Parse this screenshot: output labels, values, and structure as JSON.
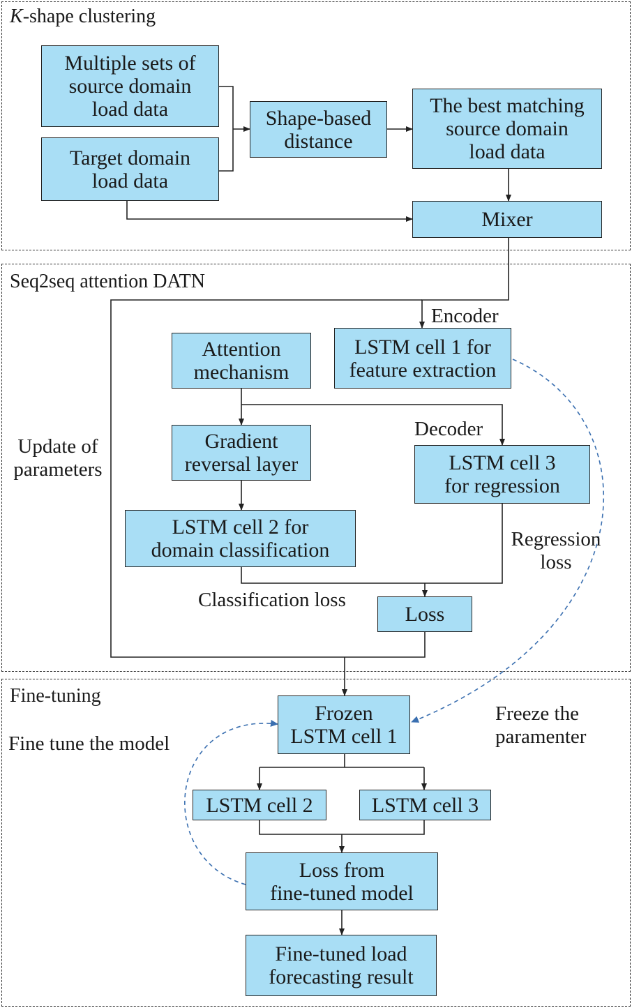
{
  "sections": {
    "kshape_letter": "K",
    "kshape_rest": "-shape clustering",
    "datn": "Seq2seq attention DATN",
    "finetune": "Fine-tuning"
  },
  "boxes": {
    "multiple_sets": "Multiple sets of\nsource domain\nload data",
    "target_domain": "Target domain\nload data",
    "shape_distance": "Shape-based\ndistance",
    "best_matching": "The best matching\nsource domain\nload data",
    "mixer": "Mixer",
    "attention": "Attention\nmechanism",
    "lstm1": "LSTM cell 1 for\nfeature extraction",
    "grl": "Gradient\nreversal layer",
    "lstm3": "LSTM cell 3\nfor regression",
    "lstm2": "LSTM cell 2 for\ndomain classification",
    "loss": "Loss",
    "frozen": "Frozen\nLSTM cell 1",
    "ft_lstm2": "LSTM cell 2",
    "ft_lstm3": "LSTM cell 3",
    "ft_loss": "Loss from\nfine-tuned model",
    "result": "Fine-tuned load\nforecasting result"
  },
  "labels": {
    "encoder": "Encoder",
    "decoder": "Decoder",
    "update": "Update of\nparameters",
    "regression_loss": "Regression\nloss",
    "classification_loss": "Classification loss",
    "fine_tune_model": "Fine tune the model",
    "freeze": "Freeze the\nparamenter"
  },
  "colors": {
    "box_fill": "#a9def5",
    "line": "#222222",
    "dashed_arrow": "#3a6fb0"
  }
}
